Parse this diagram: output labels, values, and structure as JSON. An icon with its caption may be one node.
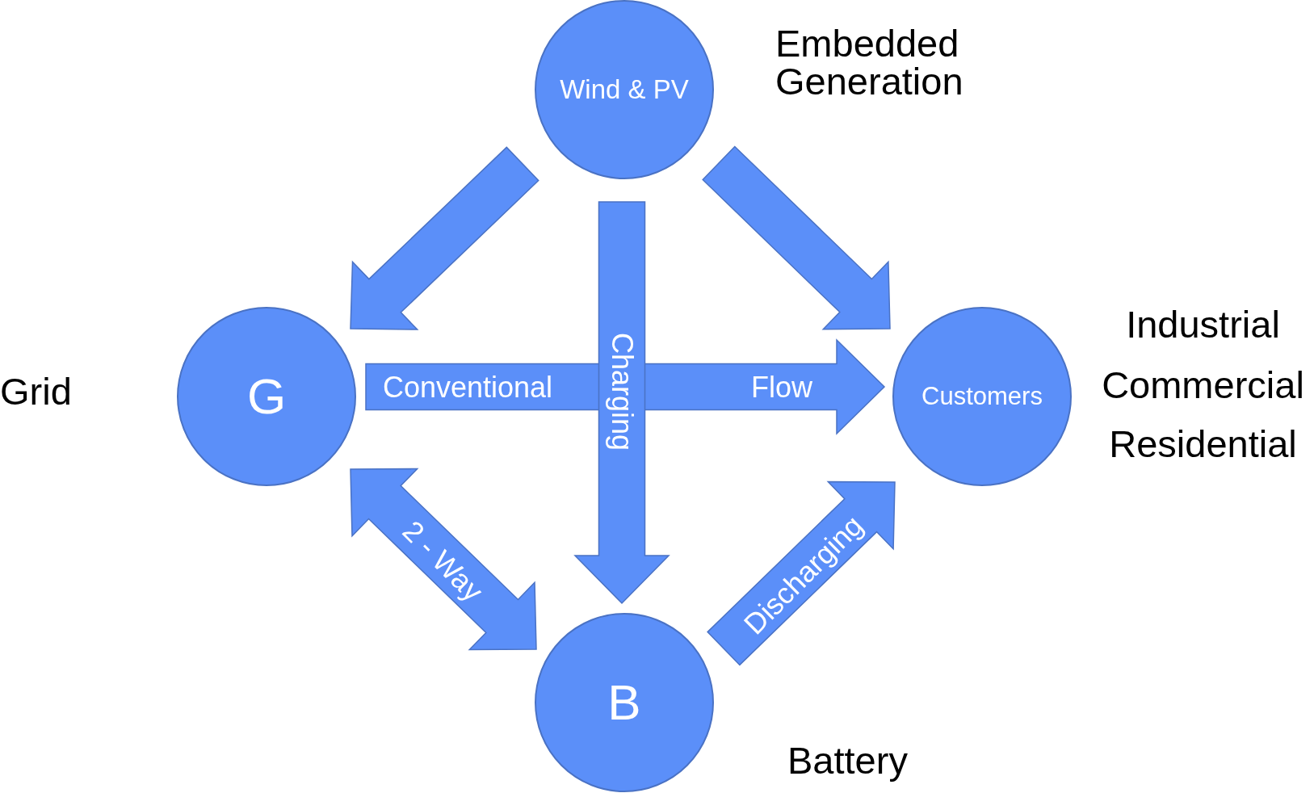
{
  "diagram": {
    "nodes": [
      {
        "text": [
          "Wind & PV"
        ],
        "beside": [
          "Embedded Generation"
        ]
      },
      {
        "text": [
          "G"
        ],
        "beside": [
          "Grid"
        ]
      },
      {
        "text": [
          "Customers"
        ],
        "beside": [
          "Industrial",
          "Commercial",
          "Residential"
        ]
      },
      {
        "text": [
          "B"
        ],
        "beside": [
          "Battery"
        ]
      }
    ],
    "edges": [
      {
        "from": 0,
        "to": 1,
        "arrow": "to"
      },
      {
        "from": 0,
        "to": 2,
        "arrow": "to"
      },
      {
        "from": 0,
        "to": 3,
        "arrow": "to",
        "label": "Charging"
      },
      {
        "from": 1,
        "to": 2,
        "arrow": "to",
        "label": "Conventional Flow"
      },
      {
        "from": 1,
        "to": 3,
        "arrow": "both",
        "label": "2 - Way"
      },
      {
        "from": 3,
        "to": 2,
        "arrow": "to",
        "label": "Discharging"
      }
    ]
  }
}
